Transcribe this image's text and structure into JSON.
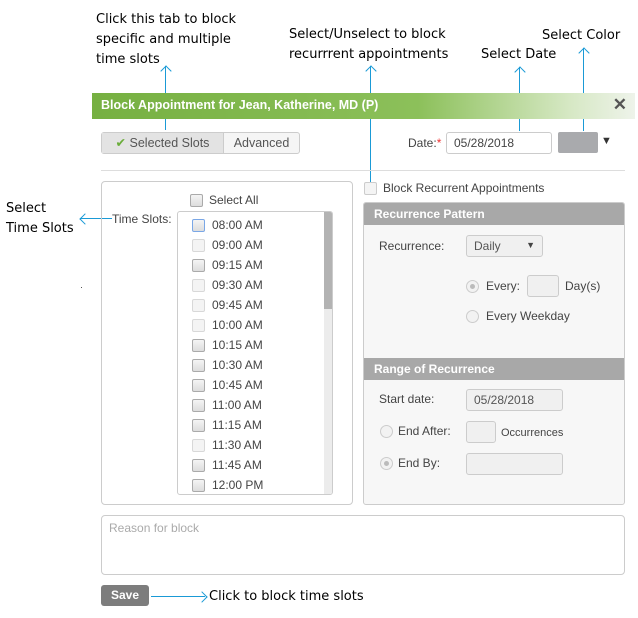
{
  "annotations": {
    "tab_hint": "Click this tab to block\nspecific and multiple\ntime slots",
    "recurrent_hint": "Select/Unselect to block\nrecurrrent appointments",
    "date_hint": "Select Date",
    "color_hint": "Select Color",
    "slots_hint": "Select\nTime Slots",
    "save_hint": "Click to block time slots"
  },
  "dialog": {
    "title": "Block Appointment for Jean, Katherine, MD (P)",
    "close_icon": "close-x-icon",
    "header_color": "#7cb342"
  },
  "tabs": [
    {
      "label": "Selected Slots",
      "selected": true,
      "icon": "check-icon"
    },
    {
      "label": "Advanced",
      "selected": false
    }
  ],
  "date": {
    "label": "Date:",
    "required": "*",
    "value": "05/28/2018"
  },
  "color": {
    "value": "#a9aaad",
    "icon": "dropdown-arrow-icon"
  },
  "slots": {
    "label": "Time Slots:",
    "select_all": "Select All",
    "items": [
      {
        "time": "08:00 AM",
        "enabled": true
      },
      {
        "time": "09:00 AM",
        "enabled": false
      },
      {
        "time": "09:15 AM",
        "enabled": true
      },
      {
        "time": "09:30 AM",
        "enabled": false
      },
      {
        "time": "09:45 AM",
        "enabled": false
      },
      {
        "time": "10:00 AM",
        "enabled": false
      },
      {
        "time": "10:15 AM",
        "enabled": true
      },
      {
        "time": "10:30 AM",
        "enabled": true
      },
      {
        "time": "10:45 AM",
        "enabled": true
      },
      {
        "time": "11:00 AM",
        "enabled": true
      },
      {
        "time": "11:15 AM",
        "enabled": true
      },
      {
        "time": "11:30 AM",
        "enabled": false
      },
      {
        "time": "11:45 AM",
        "enabled": true
      },
      {
        "time": "12:00 PM",
        "enabled": true
      }
    ]
  },
  "recurrence": {
    "block_label": "Block Recurrent Appointments",
    "pattern_title": "Recurrence Pattern",
    "recurrence_label": "Recurrence:",
    "recurrence_value": "Daily",
    "every_label": "Every:",
    "every_value": "",
    "days_label": "Day(s)",
    "weekday_label": "Every Weekday",
    "range_title": "Range of Recurrence",
    "start_label": "Start date:",
    "start_value": "05/28/2018",
    "end_after_label": "End After:",
    "end_after_value": "",
    "occurrences_label": "Occurrences",
    "end_by_label": "End By:",
    "end_by_value": ""
  },
  "reason": {
    "placeholder": "Reason for block"
  },
  "save_label": "Save"
}
